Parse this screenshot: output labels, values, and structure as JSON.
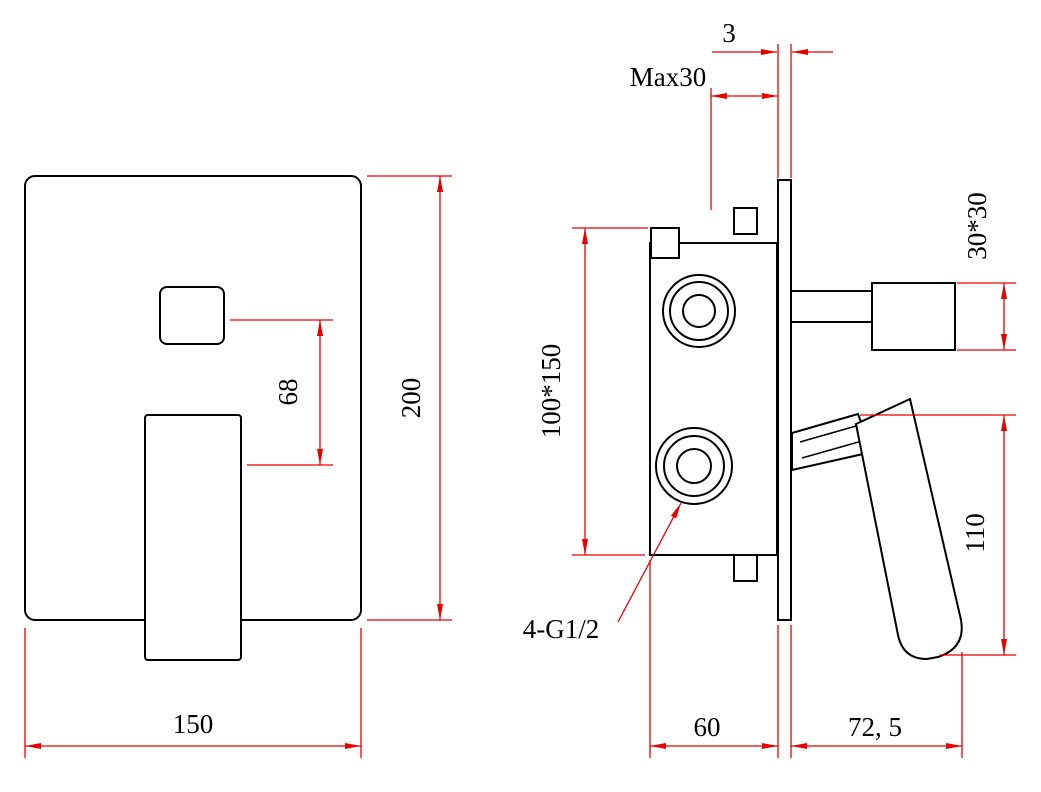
{
  "drawing": {
    "colors": {
      "outline": "#000000",
      "dimension": "#e60000",
      "text": "#000000",
      "background": "#ffffff"
    },
    "front_view": {
      "dims": {
        "width": "150",
        "height": "200",
        "button_to_handle": "68"
      }
    },
    "side_view": {
      "dims": {
        "plate_thickness": "3",
        "max_wall_depth": "Max30",
        "knob_section": "30*30",
        "hole_spacing": "100*150",
        "handle_length": "110",
        "body_depth": "60",
        "handle_projection": "72, 5"
      },
      "annotations": {
        "thread": "4-G1/2"
      }
    }
  }
}
